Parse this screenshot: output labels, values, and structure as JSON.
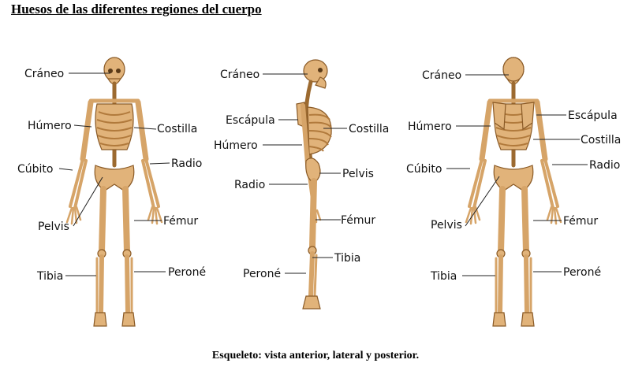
{
  "title": "Huesos de las diferentes regiones del cuerpo",
  "caption": "Esqueleto: vista anterior, lateral y posterior.",
  "bone_color": "#e1b37a",
  "views": {
    "anterior": {
      "labels": {
        "craneo": "Cráneo",
        "humero": "Húmero",
        "costilla": "Costilla",
        "cubito": "Cúbito",
        "radio": "Radio",
        "pelvis": "Pelvis",
        "femur": "Fémur",
        "tibia": "Tibia",
        "perone": "Peroné"
      }
    },
    "lateral": {
      "labels": {
        "craneo": "Cráneo",
        "escapula": "Escápula",
        "costilla": "Costilla",
        "humero": "Húmero",
        "pelvis": "Pelvis",
        "radio": "Radio",
        "femur": "Fémur",
        "tibia": "Tibia",
        "perone": "Peroné"
      }
    },
    "posterior": {
      "labels": {
        "craneo": "Cráneo",
        "escapula": "Escápula",
        "humero": "Húmero",
        "costilla": "Costilla",
        "cubito": "Cúbito",
        "radio": "Radio",
        "pelvis": "Pelvis",
        "femur": "Fémur",
        "tibia": "Tibia",
        "perone": "Peroné"
      }
    }
  }
}
